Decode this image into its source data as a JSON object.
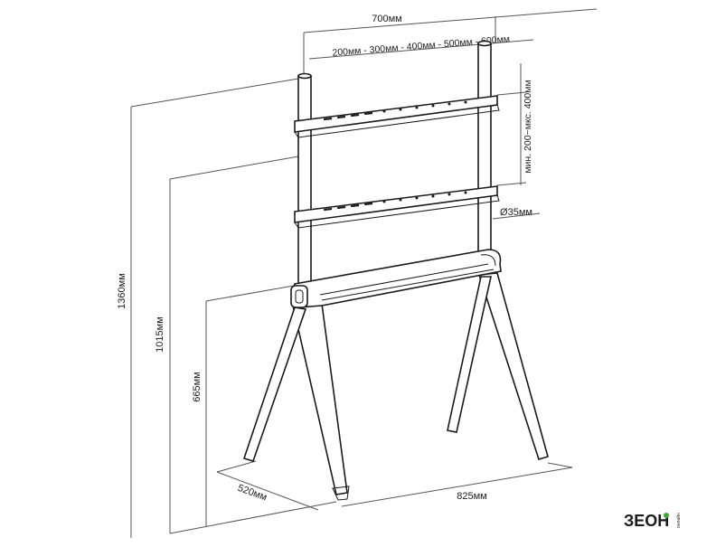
{
  "labels": {
    "total_height": "1360мм",
    "mid_height": "1015мм",
    "lower_height": "665мм",
    "depth": "520мм",
    "width": "825мм",
    "vesa_width": "700мм",
    "vesa_steps": "200мм - 300мм - 400мм - 500мм - 600мм",
    "vesa_vertical": "мин. 200~мкс. 400мм",
    "pole_diameter": "Ø35мм"
  },
  "logo": {
    "text": "ЗЕОН",
    "suffix": "онлайн"
  },
  "colors": {
    "line": "#1a1a1a",
    "dimension": "#555555",
    "logo_accent": "#3aa935"
  }
}
